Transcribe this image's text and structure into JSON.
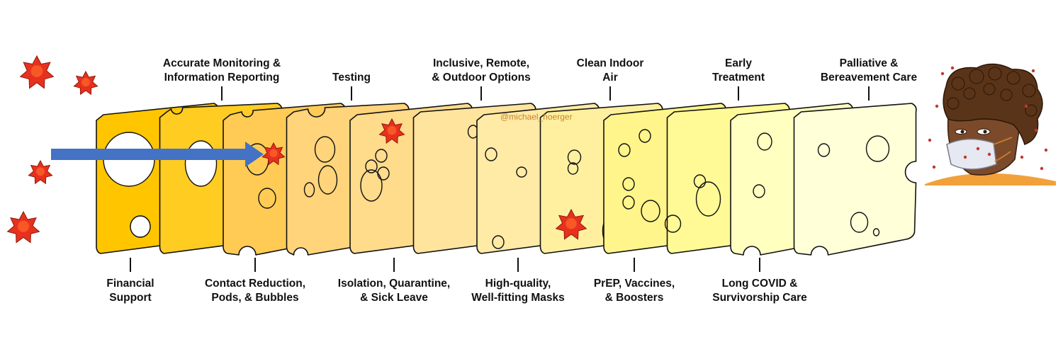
{
  "diagram": {
    "watermark": "@michael_hoerger",
    "colors": {
      "slice_fills": [
        "#ffc600",
        "#ffcc22",
        "#ffcb55",
        "#ffd47a",
        "#ffdb8c",
        "#ffe49e",
        "#ffeaa6",
        "#fff0a0",
        "#fff58a",
        "#fffa96",
        "#ffffc0",
        "#ffffd8"
      ],
      "outline": "#111111",
      "arrow": "#4472c4",
      "virus": "#e8301e",
      "virus_edge": "#8c1a0a"
    },
    "layers": [
      {
        "id": "financial-support",
        "label_lines": [
          "Financial",
          "Support"
        ],
        "position": "bottom"
      },
      {
        "id": "accurate-monitoring",
        "label_lines": [
          "Accurate Monitoring &",
          "Information Reporting"
        ],
        "position": "top"
      },
      {
        "id": "contact-reduction",
        "label_lines": [
          "Contact Reduction,",
          "Pods, & Bubbles"
        ],
        "position": "bottom"
      },
      {
        "id": "testing",
        "label_lines": [
          "Testing"
        ],
        "position": "top"
      },
      {
        "id": "isolation-quarantine",
        "label_lines": [
          "Isolation, Quarantine,",
          "& Sick Leave"
        ],
        "position": "bottom"
      },
      {
        "id": "inclusive-options",
        "label_lines": [
          "Inclusive, Remote,",
          "& Outdoor Options"
        ],
        "position": "top"
      },
      {
        "id": "masks",
        "label_lines": [
          "High-quality,",
          "Well-fitting Masks"
        ],
        "position": "bottom"
      },
      {
        "id": "clean-air",
        "label_lines": [
          "Clean Indoor",
          "Air"
        ],
        "position": "top"
      },
      {
        "id": "vaccines",
        "label_lines": [
          "PrEP, Vaccines,",
          "& Boosters"
        ],
        "position": "bottom"
      },
      {
        "id": "early-treatment",
        "label_lines": [
          "Early",
          "Treatment"
        ],
        "position": "top"
      },
      {
        "id": "long-covid",
        "label_lines": [
          "Long COVID &",
          "Survivorship Care"
        ],
        "position": "bottom"
      },
      {
        "id": "palliative-care",
        "label_lines": [
          "Palliative &",
          "Bereavement Care"
        ],
        "position": "top"
      }
    ]
  }
}
